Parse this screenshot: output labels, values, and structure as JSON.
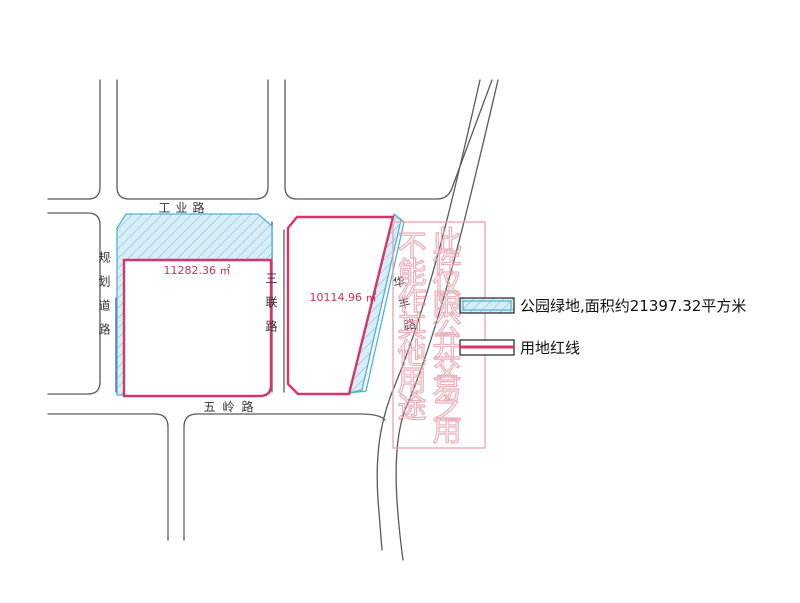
{
  "map": {
    "roads": {
      "gongye": "工业路",
      "wuling": "五岭路",
      "sanlian": "三联路",
      "huali": "华丰路",
      "guihua": "规划道路"
    },
    "parcels": {
      "west_area": "11282.36 ㎡",
      "east_area": "10114.96 ㎡"
    },
    "stamp": {
      "line1": "此件仅限公开交易之用",
      "line2": "不能作其他用途"
    },
    "legend": {
      "green_label": "公园绿地,面积约21397.32平方米",
      "redline_label": "用地红线"
    },
    "colors": {
      "green_fill": "#d3ecf5",
      "green_stroke": "#52b1d3",
      "red_line": "#d8336a",
      "stamp": "#e7a3ad"
    }
  }
}
